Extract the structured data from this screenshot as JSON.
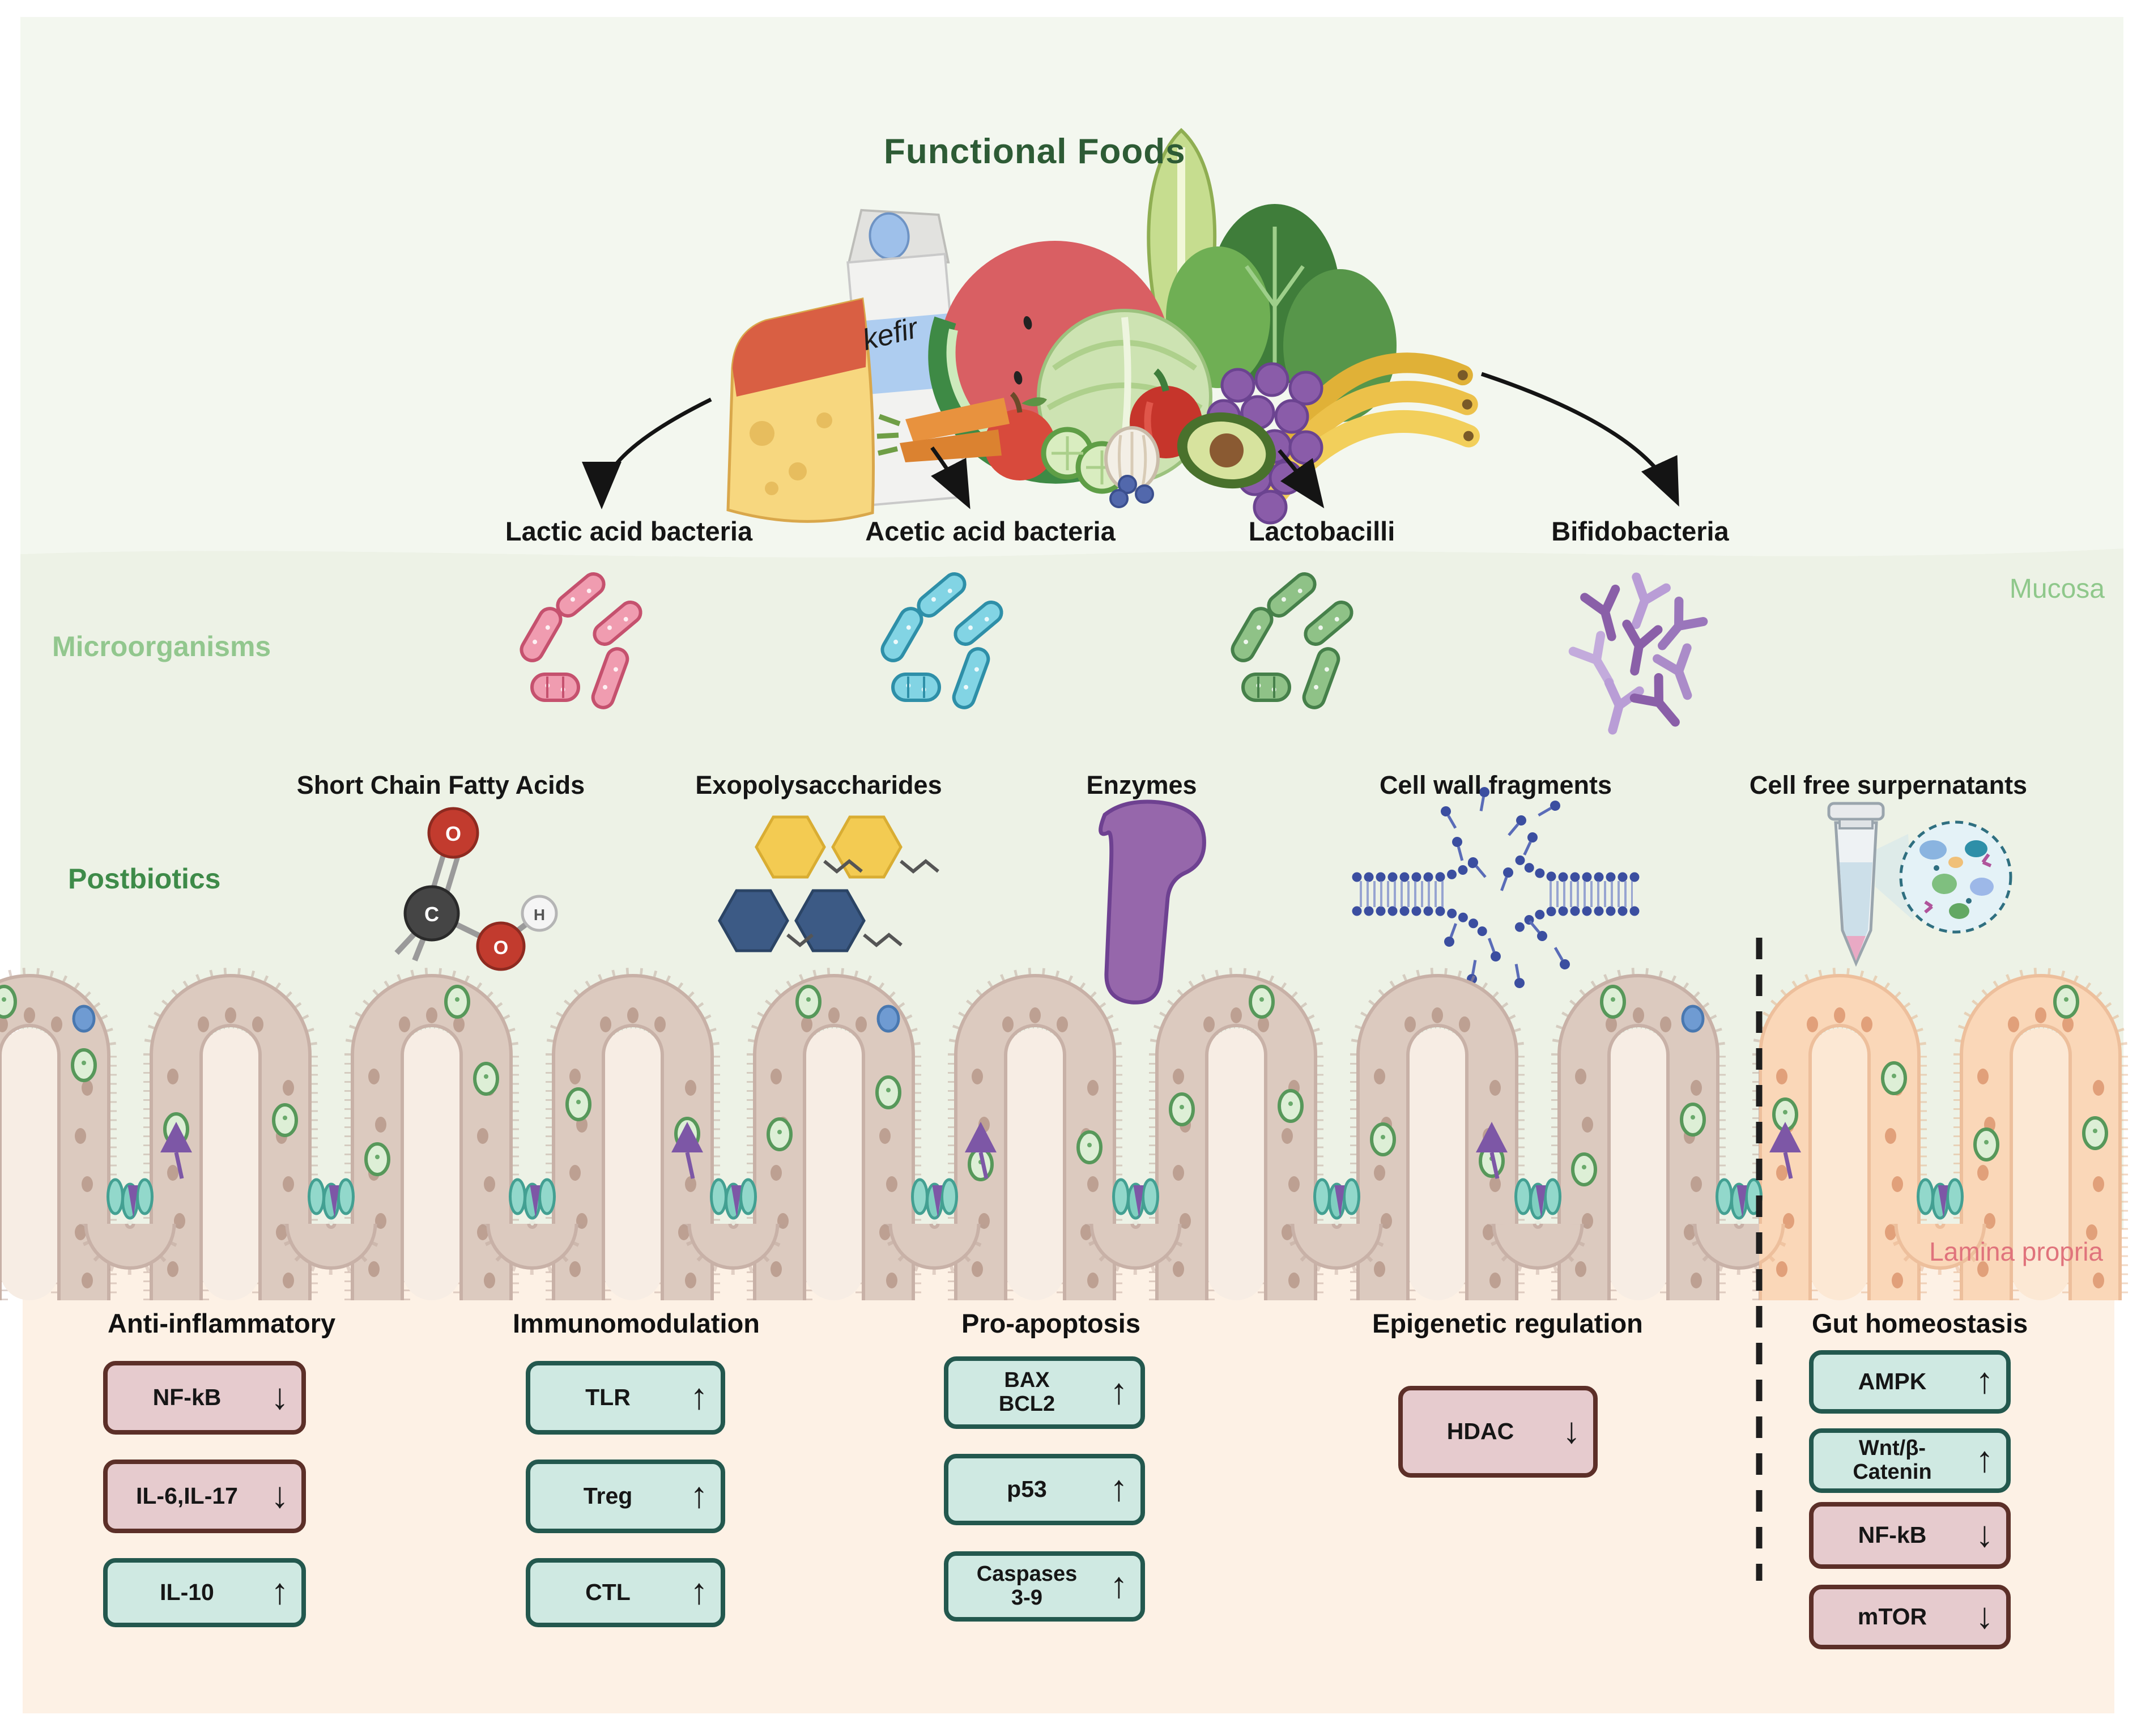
{
  "title": {
    "text": "Functional Foods"
  },
  "foods": {
    "kefir_label": "kefir"
  },
  "row_labels": {
    "microorganisms": "Microorganisms",
    "postbiotics": "Postbiotics"
  },
  "region_labels": {
    "mucosa": "Mucosa",
    "lamina_propria": "Lamina propria"
  },
  "bacteria_labels": [
    "Lactic acid bacteria",
    "Acetic acid bacteria",
    "Lactobacilli",
    "Bifidobacteria"
  ],
  "postbiotics_items": [
    "Short Chain Fatty Acids",
    "Exopolysaccharides",
    "Enzymes",
    "Cell wall fragments",
    "Cell free surpernatants"
  ],
  "scfa_atoms": [
    "O",
    "C",
    "O",
    "H"
  ],
  "sections": [
    {
      "heading": "Anti-inflammatory",
      "boxes": [
        {
          "label": "NF-kB",
          "direction": "down",
          "tone": "pink"
        },
        {
          "label": "IL-6,IL-17",
          "direction": "down",
          "tone": "pink"
        },
        {
          "label": "IL-10",
          "direction": "up",
          "tone": "teal"
        }
      ]
    },
    {
      "heading": "Immunomodulation",
      "boxes": [
        {
          "label": "TLR",
          "direction": "up",
          "tone": "teal"
        },
        {
          "label": "Treg",
          "direction": "up",
          "tone": "teal"
        },
        {
          "label": "CTL",
          "direction": "up",
          "tone": "teal"
        }
      ]
    },
    {
      "heading": "Pro-apoptosis",
      "boxes": [
        {
          "label": "BAX\nBCL2",
          "direction": "up",
          "tone": "teal"
        },
        {
          "label": "p53",
          "direction": "up",
          "tone": "teal"
        },
        {
          "label": "Caspases\n3-9",
          "direction": "up",
          "tone": "teal"
        }
      ]
    },
    {
      "heading": "Epigenetic regulation",
      "boxes": [
        {
          "label": "HDAC",
          "direction": "down",
          "tone": "pink"
        }
      ]
    },
    {
      "heading": "Gut homeostasis",
      "boxes": [
        {
          "label": "AMPK",
          "direction": "up",
          "tone": "teal"
        },
        {
          "label": "Wnt/β-\nCatenin",
          "direction": "up",
          "tone": "teal"
        },
        {
          "label": "NF-kB",
          "direction": "down",
          "tone": "pink"
        },
        {
          "label": "mTOR",
          "direction": "down",
          "tone": "pink"
        }
      ]
    }
  ],
  "colors": {
    "title_green": "#2d5b35",
    "label_light_green": "#92c78e",
    "label_green": "#3e8b49",
    "mucosa_green": "#8fc88b",
    "lamina_salmon": "#e0737c",
    "teal_fill": "#cfe9e2",
    "teal_border": "#23584e",
    "pink_fill": "#e6cbce",
    "pink_border": "#5c2f28",
    "zone_top": "#f3f7ef",
    "zone_mucosa": "#edf2e6",
    "zone_lamina": "#fdf1e5",
    "bacteria_pink": "#f09cb0",
    "bacteria_cyan": "#82d4e4",
    "bacteria_green": "#8fc287",
    "bacteria_purple": "#8a5fa8"
  }
}
